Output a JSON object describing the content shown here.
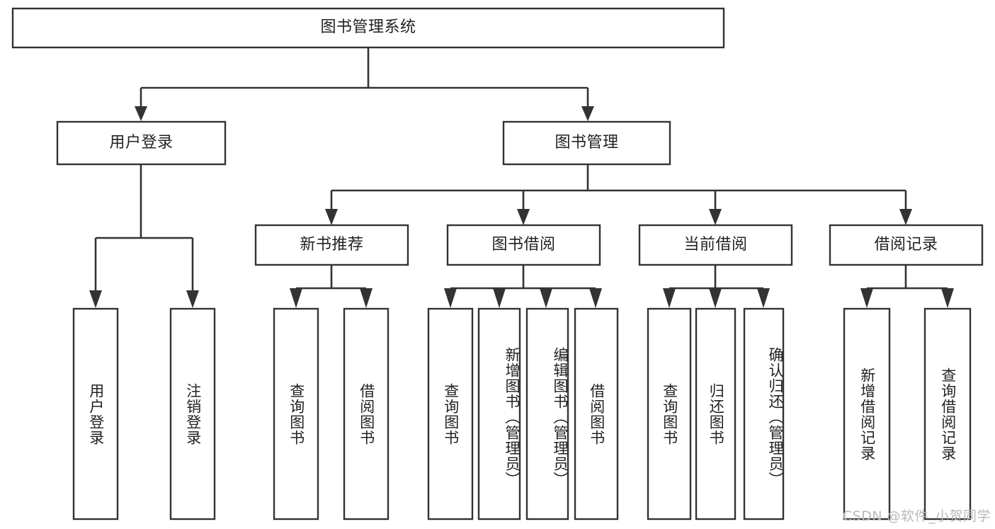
{
  "diagram": {
    "type": "hierarchy-tree",
    "title": "图书管理系统",
    "watermark": "CSDN @软件_小贺同学",
    "colors": {
      "stroke": "#333333",
      "box_fill": "#ffffff",
      "text": "#222222",
      "background": "#ffffff",
      "watermark": "#b9b9b9"
    },
    "root": {
      "label": "图书管理系统"
    },
    "level2": [
      {
        "label": "用户登录"
      },
      {
        "label": "图书管理"
      }
    ],
    "level3": [
      {
        "label": "新书推荐"
      },
      {
        "label": "图书借阅"
      },
      {
        "label": "当前借阅"
      },
      {
        "label": "借阅记录"
      }
    ],
    "leaves": {
      "user_login": [
        {
          "label": "用户登录"
        },
        {
          "label": "注销登录"
        }
      ],
      "new_book_recommend": [
        {
          "label": "查询图书"
        },
        {
          "label": "借阅图书"
        }
      ],
      "book_borrow": [
        {
          "label": "查询图书"
        },
        {
          "label": "新增图书（管理员）"
        },
        {
          "label": "编辑图书（管理员）"
        },
        {
          "label": "借阅图书"
        }
      ],
      "current_borrow": [
        {
          "label": "查询图书"
        },
        {
          "label": "归还图书"
        },
        {
          "label": "确认归还（管理员）"
        }
      ],
      "borrow_record": [
        {
          "label": "新增借阅记录"
        },
        {
          "label": "查询借阅记录"
        }
      ]
    }
  }
}
